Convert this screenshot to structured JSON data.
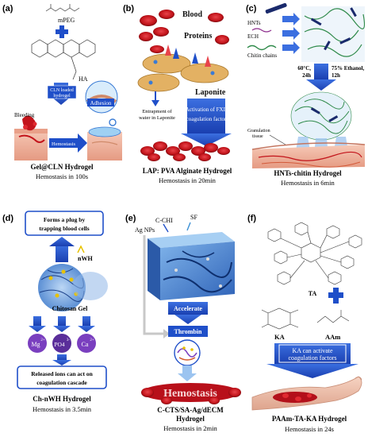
{
  "colors": {
    "blue": "#1f4fc9",
    "blue_dark": "#17399a",
    "blood_red": "#c3141b",
    "blood_dark": "#8b0a10",
    "tissue_pink": "#f1b9a6",
    "clay_tan": "#d9a04a",
    "hydrogel_blue": "#3a7bd5",
    "chitin_green": "#3d8a5a",
    "text": "#111111"
  },
  "panel_a": {
    "letter": "(a)",
    "mpeg": "mPEG",
    "ha": "HA",
    "cln_loaded_line1": "CLN loaded",
    "cln_loaded_line2": "hydrogel",
    "adhesion": "Adhesion",
    "bleeding": "Bleeding",
    "hemostasis_arrow": "Hemostasis",
    "title": "Gel@CLN Hydrogel",
    "time": "Hemostasis in 100s"
  },
  "panel_b": {
    "letter": "(b)",
    "blood": "Blood",
    "proteins": "Proteins",
    "laponite": "Laponite",
    "entrapment_line1": "Entrapment of",
    "entrapment_line2": "water in Laponite",
    "activation_line1": "Activation of FXII",
    "activation_line2": "(coagulation factor)",
    "title": "LAP: PVA Alginate Hydrogel",
    "time": "Hemostasis in 20min"
  },
  "panel_c": {
    "letter": "(c)",
    "hnts": "HNTs",
    "ech": "ECH",
    "chitin_chains": "Chitin chains",
    "cond_left_line1": "60°C,",
    "cond_left_line2": "24h",
    "cond_right_line1": "75% Ethanol,",
    "cond_right_line2": "12h",
    "granulation_line1": "Granulation",
    "granulation_line2": "tissue",
    "title": "HNTs-chitin Hydrogel",
    "time": "Hemostasis in 6min"
  },
  "panel_d": {
    "letter": "(d)",
    "plug_line1": "Forms a plug by",
    "plug_line2": "trapping blood cells",
    "nwh": "nWH",
    "chitosan_gel": "Chitosan Gel",
    "ion_mg": "Mg",
    "ion_mg_sup": "2+",
    "ion_po4": "PO4",
    "ion_po4_sup": "3-",
    "ion_ca": "Ca",
    "ion_ca_sup": "2+",
    "released_line1": "Released ions can act on",
    "released_line2": "coagulation cascade",
    "title": "Ch-nWH Hydrogel",
    "time": "Hemostasis in 3.5min"
  },
  "panel_e": {
    "letter": "(e)",
    "c_chi": "C-CHI",
    "sf": "SF",
    "ag_nps": "Ag NPs",
    "accelerate": "Accelerate",
    "thrombin": "Thrombin",
    "hemostasis": "Hemostasis",
    "title_line1": "C-CTS/SA-Ag/dECM",
    "title_line2": "Hydrogel",
    "time": "Hemostasis in 2min"
  },
  "panel_f": {
    "letter": "(f)",
    "ta": "TA",
    "ka": "KA",
    "aam": "AAm",
    "activate_line1": "KA can activate",
    "activate_line2": "coagulation factors",
    "title": "PAAm-TA-KA Hydrogel",
    "time": "Hemostasis in 24s"
  }
}
